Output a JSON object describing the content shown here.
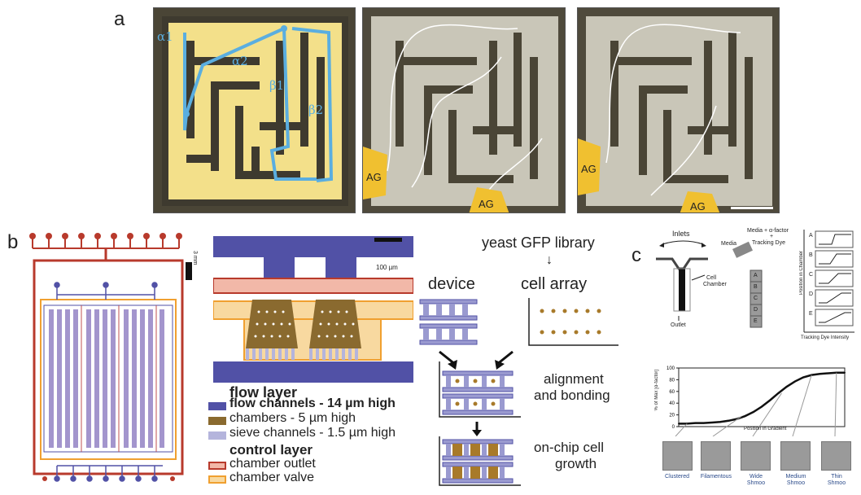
{
  "panel_a": {
    "letter": "a",
    "path_labels": [
      "α1",
      "α2",
      "β1",
      "β2"
    ],
    "ag_labels": [
      "AG",
      "AG",
      "AG",
      "AG"
    ]
  },
  "panel_b": {
    "letter": "b",
    "chip_scale": "3 mm",
    "scale_bar": "100 µm",
    "legend": {
      "flow_title": "flow layer",
      "flow_channels": "flow channels - 14 µm high",
      "chambers": "chambers - 5 µm high",
      "sieve": "sieve channels - 1.5 µm high",
      "control_title": "control layer",
      "outlet": "chamber outlet",
      "valve": "chamber valve"
    },
    "workflow": {
      "library": "yeast GFP library",
      "device": "device",
      "cell_array": "cell array",
      "alignment_1": "alignment",
      "alignment_2": "and bonding",
      "growth_1": "on-chip cell",
      "growth_2": "growth"
    },
    "colors": {
      "flow": "#5151a6",
      "chamber": "#8a6a2f",
      "sieve": "#b4b4dc",
      "outlet": "#b83a2c",
      "valve": "#f0a030",
      "outlet_fill": "#f2b8a8",
      "valve_fill": "#f8d9a0"
    }
  },
  "panel_c": {
    "letter": "c",
    "schematic": {
      "inlets": "Inlets",
      "media": "Media",
      "cell_chamber_1": "Cell",
      "cell_chamber_2": "Chamber",
      "outlet": "Outlet",
      "media2": "Media",
      "media_alpha": "Media + α-factor",
      "plus": "+",
      "tracking_dye": "Tracking Dye",
      "chamber_letters": [
        "A",
        "B",
        "C",
        "D",
        "E"
      ]
    },
    "profile": {
      "ylabel": "Position in Chamber",
      "xlabel": "Tracking Dye Intensity",
      "row_letters": [
        "A",
        "B",
        "C",
        "D",
        "E"
      ]
    },
    "chart": {
      "ylabel": "% of Max [α-factor]",
      "xlabel": "Position in Gradient",
      "yticks": [
        "0",
        "20",
        "40",
        "60",
        "80",
        "100"
      ]
    },
    "morphologies": [
      "Clustered",
      "Filamentous",
      "Wide\nShmoo",
      "Medium\nShmoo",
      "Thin\nShmoo"
    ]
  },
  "chart_data": {
    "type": "line",
    "title": "",
    "xlabel": "Position in Gradient",
    "ylabel": "% of Max [α-factor]",
    "ylim": [
      0,
      100
    ],
    "x": [
      0,
      0.05,
      0.1,
      0.15,
      0.2,
      0.25,
      0.3,
      0.35,
      0.4,
      0.45,
      0.5,
      0.55,
      0.6,
      0.65,
      0.7,
      0.75,
      0.8,
      0.85,
      0.9,
      0.95,
      1.0
    ],
    "series": [
      {
        "values": [
          5,
          5,
          6,
          6,
          7,
          8,
          10,
          13,
          18,
          25,
          34,
          45,
          57,
          68,
          77,
          84,
          88,
          90,
          91,
          92,
          92
        ]
      }
    ]
  }
}
